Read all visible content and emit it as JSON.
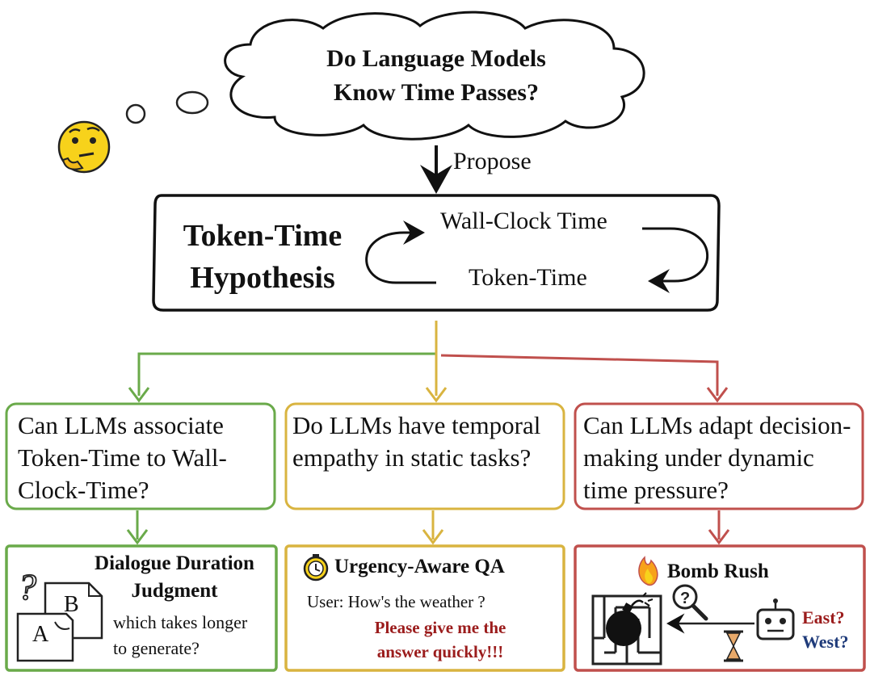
{
  "cloud": {
    "line1": "Do Language Models",
    "line2": "Know Time Passes?"
  },
  "arrow_label": "Propose",
  "hypothesis": {
    "title_line1": "Token-Time",
    "title_line2": "Hypothesis",
    "wall_clock": "Wall-Clock Time",
    "token_time": "Token-Time"
  },
  "questions": [
    {
      "text": "Can LLMs associate Token-Time to Wall-Clock-Time?",
      "color": "#6aaa4a"
    },
    {
      "text": "Do LLMs have temporal empathy in static tasks?",
      "color": "#d9b440"
    },
    {
      "text": "Can LLMs adapt decision-making under dynamic time pressure?",
      "color": "#c0504d"
    }
  ],
  "tasks": {
    "dialogue": {
      "title_line1": "Dialogue Duration",
      "title_line2": "Judgment",
      "desc_line1": "which takes longer",
      "desc_line2": "to generate?",
      "doc_a": "A",
      "doc_b": "B"
    },
    "urgency": {
      "title": "Urgency-Aware QA",
      "user_line": "User: How's the weather ?",
      "urgent_line1": "Please give me the",
      "urgent_line2": "answer quickly!!!"
    },
    "bomb": {
      "title": "Bomb Rush",
      "east": "East?",
      "west": "West?"
    }
  },
  "colors": {
    "green": "#6aaa4a",
    "yellow": "#d9b440",
    "red": "#c0504d",
    "dark_red": "#9b1c1c",
    "navy": "#1f3b7a"
  },
  "icons": [
    "thinking-face-icon",
    "question-mark-icon",
    "stopwatch-icon",
    "fire-icon",
    "maze-icon",
    "bomb-icon",
    "magnifier-icon",
    "hourglass-icon",
    "robot-icon"
  ]
}
